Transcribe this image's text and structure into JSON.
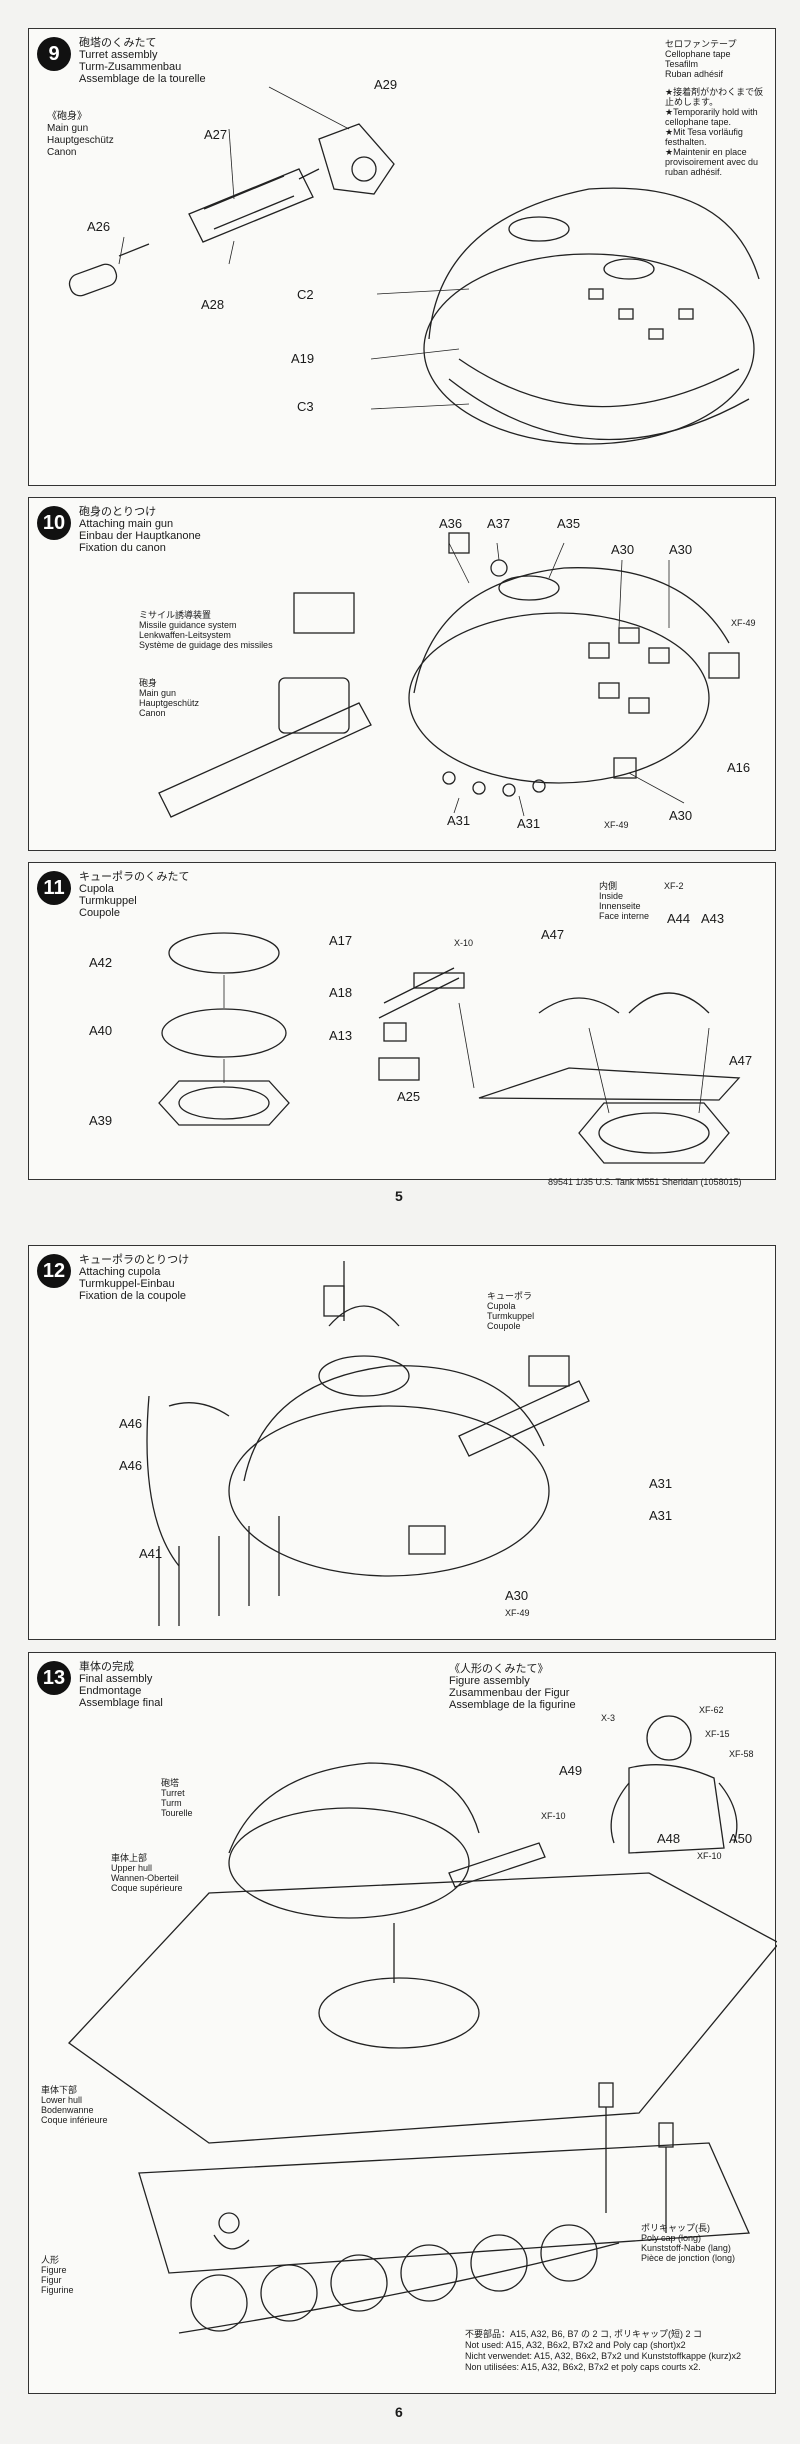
{
  "step9": {
    "num": "9",
    "title": [
      "砲塔のくみたて",
      "Turret assembly",
      "Turm-Zusammenbau",
      "Assemblage de la tourelle"
    ],
    "subgroup": [
      "《砲身》",
      "Main gun",
      "Hauptgeschütz",
      "Canon"
    ],
    "parts": [
      "A29",
      "A27",
      "A26",
      "A28",
      "C2",
      "A19",
      "C3"
    ],
    "tape": [
      "セロファンテープ",
      "Cellophane tape",
      "Tesafilm",
      "Ruban adhésif"
    ],
    "tape_notes": [
      "★接着剤がかわくまで仮止めします。",
      "★Temporarily hold with cellophane tape.",
      "★Mit Tesa vorläufig festhalten.",
      "★Maintenir en place provisoirement avec du ruban adhésif."
    ]
  },
  "step10": {
    "num": "10",
    "title": [
      "砲身のとりつけ",
      "Attaching main gun",
      "Einbau der Hauptkanone",
      "Fixation du canon"
    ],
    "parts": [
      "A36",
      "A37",
      "A35",
      "A30",
      "A30",
      "A16",
      "A30",
      "A31",
      "A31"
    ],
    "xf": [
      "XF-49",
      "XF-49"
    ],
    "missile": [
      "ミサイル誘導装置",
      "Missile guidance system",
      "Lenkwaffen-Leitsystem",
      "Système de guidage des missiles"
    ],
    "gun": [
      "砲身",
      "Main gun",
      "Hauptgeschütz",
      "Canon"
    ]
  },
  "step11": {
    "num": "11",
    "title": [
      "キューポラのくみたて",
      "Cupola",
      "Turmkuppel",
      "Coupole"
    ],
    "parts": [
      "A42",
      "A40",
      "A39",
      "A17",
      "A18",
      "A13",
      "A25",
      "A47",
      "A44",
      "A43",
      "A47"
    ],
    "xf": [
      "X-10",
      "XF-2"
    ],
    "inside": [
      "内側",
      "Inside",
      "Innenseite",
      "Face interne"
    ]
  },
  "page5": {
    "num": "5",
    "footer": "89541 1/35 U.S. Tank M551 Sheridan (1058015)"
  },
  "step12": {
    "num": "12",
    "title": [
      "キューポラのとりつけ",
      "Attaching cupola",
      "Turmkuppel-Einbau",
      "Fixation de la coupole"
    ],
    "parts": [
      "A46",
      "A46",
      "A41",
      "A31",
      "A31",
      "A30"
    ],
    "xf": [
      "XF-49"
    ],
    "cupola": [
      "キューポラ",
      "Cupola",
      "Turmkuppel",
      "Coupole"
    ]
  },
  "step13": {
    "num": "13",
    "title": [
      "車体の完成",
      "Final assembly",
      "Endmontage",
      "Assemblage final"
    ],
    "figure_title": [
      "《人形のくみたて》",
      "Figure assembly",
      "Zusammenbau der Figur",
      "Assemblage de la figurine"
    ],
    "figure_parts": [
      "A49",
      "A48",
      "A50"
    ],
    "figure_xf": [
      "X-3",
      "XF-62",
      "XF-15",
      "XF-58",
      "XF-10",
      "XF-10"
    ],
    "turret": [
      "砲塔",
      "Turret",
      "Turm",
      "Tourelle"
    ],
    "upper_hull": [
      "車体上部",
      "Upper hull",
      "Wannen-Oberteil",
      "Coque supérieure"
    ],
    "lower_hull": [
      "車体下部",
      "Lower hull",
      "Bodenwanne",
      "Coque inférieure"
    ],
    "figure": [
      "人形",
      "Figure",
      "Figur",
      "Figurine"
    ],
    "polycap": [
      "ポリキャップ(長)",
      "Poly cap (long)",
      "Kunststoff-Nabe (lang)",
      "Pièce de jonction (long)"
    ],
    "not_used": [
      "不要部品：A15, A32, B6, B7 の 2 コ, ポリキャップ(短) 2 コ",
      "Not used: A15, A32, B6x2, B7x2 and Poly cap (short)x2",
      "Nicht verwendet: A15, A32, B6x2, B7x2 und Kunststoffkappe (kurz)x2",
      "Non utilisées: A15, A32, B6x2, B7x2 et poly caps courts x2."
    ]
  },
  "page6": {
    "num": "6"
  }
}
